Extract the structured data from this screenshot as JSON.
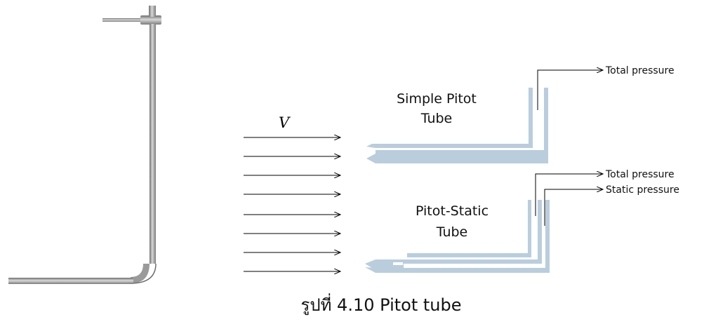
{
  "figure": {
    "caption": "รูปที่ 4.10 Pitot tube"
  },
  "diagram": {
    "velocity_symbol": "V",
    "simple_pitot": {
      "title_line1": "Simple Pitot",
      "title_line2": "Tube",
      "output_label": "Total pressure"
    },
    "pitot_static": {
      "title_line1": "Pitot-Static",
      "title_line2": "Tube",
      "total_label": "Total pressure",
      "static_label": "Static pressure"
    },
    "flow_arrow_count": 8
  },
  "colors": {
    "tube_fill": "#b9cddd",
    "metal_dark": "#7a7a7a",
    "metal_light": "#cfcfcf",
    "line": "#000000"
  }
}
